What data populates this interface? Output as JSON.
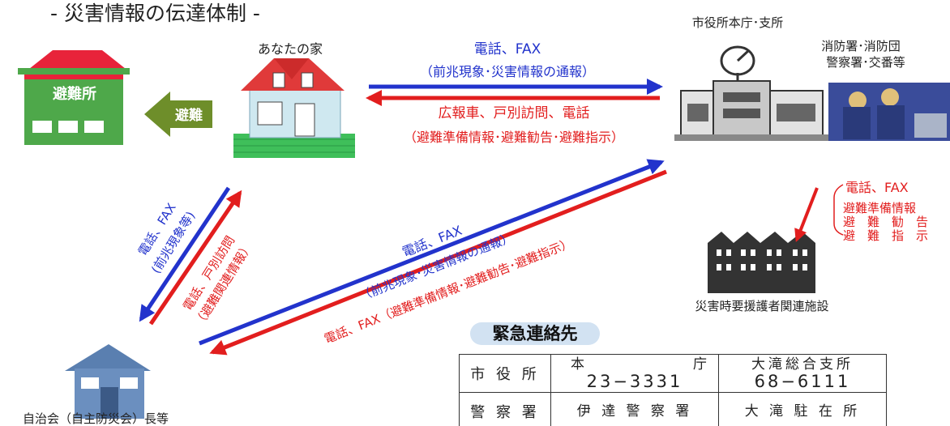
{
  "title": "- 災害情報の伝達体制 -",
  "nodes": {
    "home": "あなたの家",
    "shelter": "避難所",
    "evacuate": "避難",
    "city_office": "市役所本庁･支所",
    "fire_police_1": "消防署･消防団",
    "fire_police_2": "警察署･交番等",
    "care_facility": "災害時要援護者関連施設",
    "community": "自治会（自主防災会）長等"
  },
  "arrows": {
    "home_to_city": {
      "line1": "電話、FAX",
      "line2": "（前兆現象･災害情報の通報）"
    },
    "city_to_home": {
      "line1": "広報車、戸別訪問、電話",
      "line2": "（避難準備情報･避難勧告･避難指示）"
    },
    "city_to_facility": {
      "line1": "電話、FAX",
      "line2": "避難準備情報",
      "line3": "避　難　勧　告",
      "line4": "避　難　指　示"
    },
    "home_to_community": {
      "line1": "電話、FAX",
      "line2": "(前兆現象等)"
    },
    "community_to_home": {
      "line1": "電話、戸別訪問",
      "line2": "（避難関連情報）"
    },
    "community_to_city": {
      "line1": "電話、FAX",
      "line2": "（前兆現象･災害情報の通報）"
    },
    "city_to_community": {
      "line1": "電話、FAX（避難準備情報･避難勧告･避難指示）"
    }
  },
  "contacts": {
    "heading": "緊急連絡先",
    "rows": [
      {
        "org": "市 役 所",
        "name1": [
          "本",
          "庁"
        ],
        "num1": "23−3331",
        "name2": "大滝総合支所",
        "num2": "68−6111"
      },
      {
        "org": "警 察 署",
        "name1": [
          "伊 達 警 察 署"
        ],
        "num1": "",
        "name2": "大 滝 駐 在 所",
        "num2": ""
      }
    ]
  },
  "colors": {
    "blue": "#2233cc",
    "red": "#e21e1e",
    "shelter_red": "#e8233a",
    "shelter_green": "#4ea84a",
    "evac_arrow": "#6e8e2a",
    "house_blue": "#5a7fb0",
    "badge": "#d2e2f2"
  }
}
